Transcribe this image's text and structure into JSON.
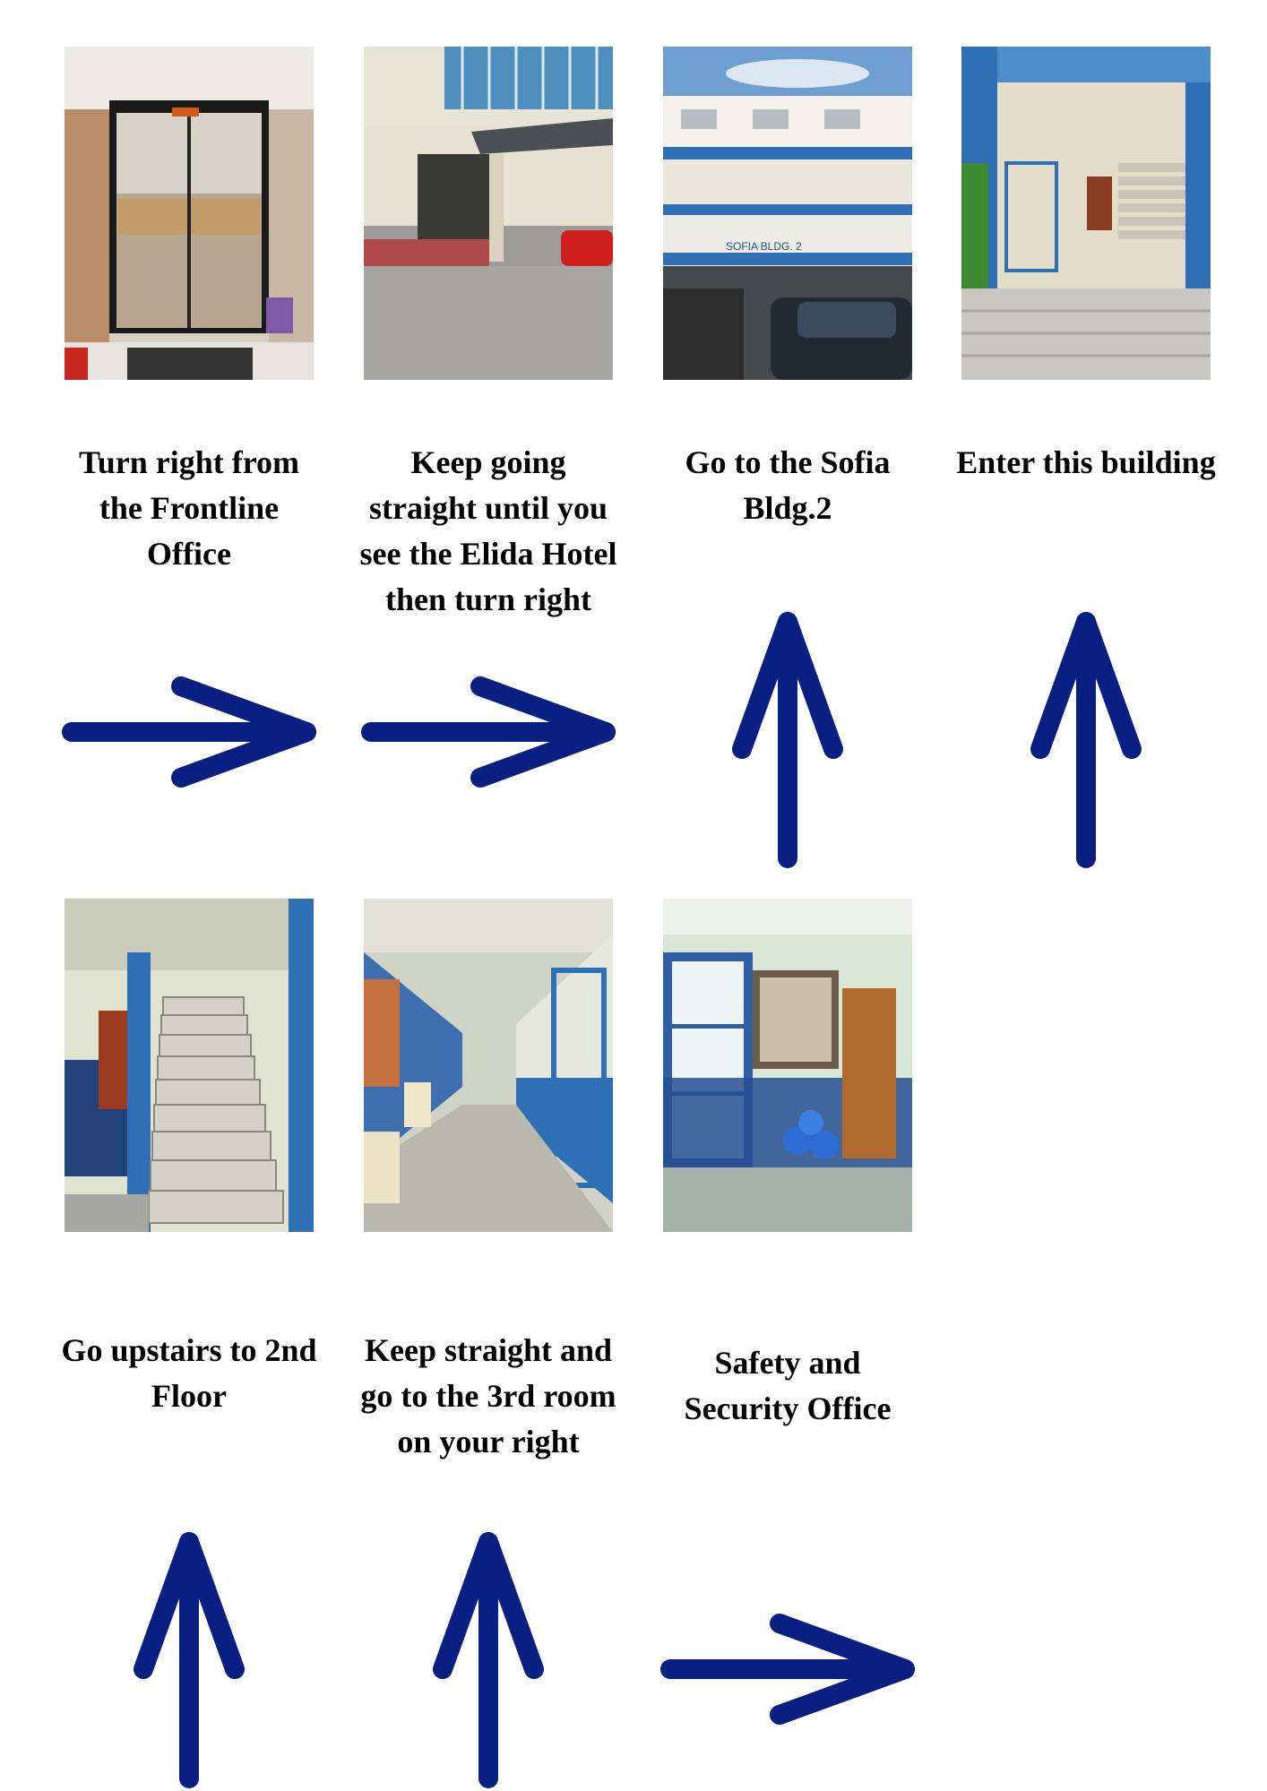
{
  "colors": {
    "arrow": "#0a1f82",
    "background": "#ffffff",
    "text": "#000000"
  },
  "steps": [
    {
      "caption": "Turn right from the Frontline Office",
      "arrow": "right",
      "photo": "glass-door-entrance"
    },
    {
      "caption": "Keep going straight until you see the Elida Hotel then turn right",
      "arrow": "right",
      "photo": "hotel-driveway"
    },
    {
      "caption": "Go to the Sofia Bldg.2",
      "arrow": "up",
      "photo": "sofia-building",
      "photo_sign": "SOFIA BLDG. 2"
    },
    {
      "caption": "Enter this building",
      "arrow": "up",
      "photo": "building-entrance-stairs"
    },
    {
      "caption": "Go upstairs to 2nd Floor",
      "arrow": "up",
      "photo": "staircase"
    },
    {
      "caption": "Keep straight and go to the 3rd room on your right",
      "arrow": "up",
      "photo": "corridor"
    },
    {
      "caption": "Safety and Security Office",
      "arrow": "right",
      "photo": "office-door"
    }
  ]
}
